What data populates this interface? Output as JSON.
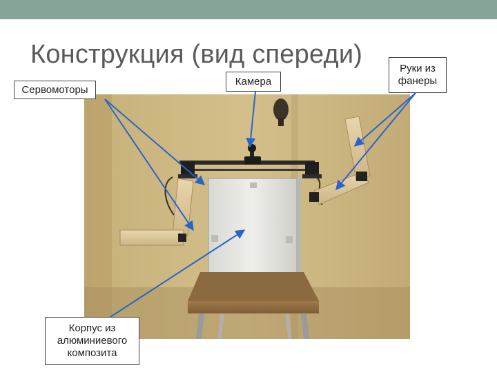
{
  "slide": {
    "title": "Конструкция (вид спереди)"
  },
  "labels": {
    "servos": "Сервомоторы",
    "camera": "Камера",
    "arms": "Руки из\nфанеры",
    "body": "Корпус из\nалюминиевого\nкомпозита"
  },
  "colors": {
    "header_bar": "#87a596",
    "title_text": "#5a5a5a",
    "arrow": "#2b63c8"
  }
}
